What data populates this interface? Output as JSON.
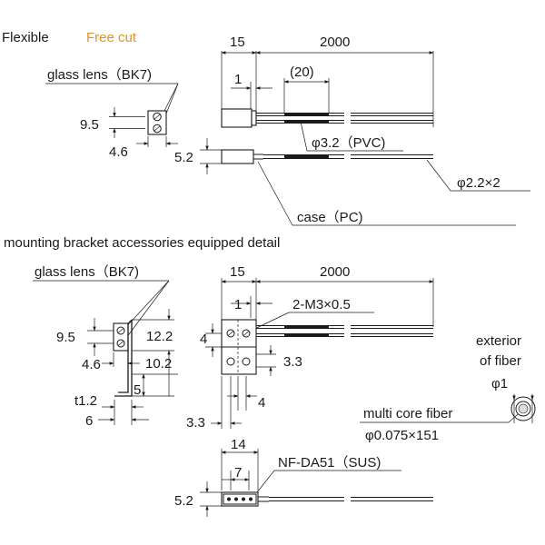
{
  "header": {
    "type_label": "Flexible",
    "cut_label": "Free cut",
    "accent_color": "#e8901c"
  },
  "top_view": {
    "lens_label": "glass lens（BK7)",
    "dim_lens_height": "9.5",
    "dim_lens_width": "4.6",
    "dim_case_length": "15",
    "dim_cable_length": "2000",
    "dim_offset": "1",
    "dim_sleeve": "(20)",
    "cable_label": "φ3.2（PVC)",
    "dim_case_height": "5.2",
    "fiber_label": "φ2.2×2",
    "case_label": "case（PC)"
  },
  "bracket_section": {
    "title": "mounting bracket accessories equipped detail",
    "lens_label": "glass lens（BK7)",
    "dim_9_5": "9.5",
    "dim_12_2": "12.2",
    "dim_4_6": "4.6",
    "dim_10_2": "10.2",
    "dim_5": "5",
    "dim_t1_2": "t1.2",
    "dim_6": "6",
    "dim_15": "15",
    "dim_2000": "2000",
    "dim_1": "1",
    "screw_label": "2-M3×0.5",
    "dim_4_left": "4",
    "dim_3_3_right": "3.3",
    "dim_4_bottom": "4",
    "dim_3_3_bottom": "3.3",
    "exterior_label_1": "exterior",
    "exterior_label_2": "of fiber",
    "fiber_dia": "φ1",
    "multicore_label": "multi core fiber",
    "multicore_spec": "φ0.075×151",
    "dim_14": "14",
    "dim_7": "7",
    "bracket_label": "NF-DA51（SUS)",
    "dim_5_2": "5.2"
  }
}
